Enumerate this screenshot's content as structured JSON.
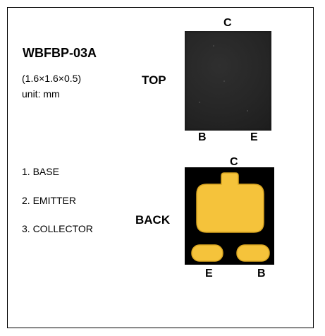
{
  "part": {
    "name": "WBFBP-03A",
    "dimensions": "(1.6×1.6×0.5)",
    "unit": "unit: mm"
  },
  "pins": [
    {
      "label": "1. BASE"
    },
    {
      "label": "2. EMITTER"
    },
    {
      "label": "3. COLLECTOR"
    }
  ],
  "top_view": {
    "label": "TOP",
    "pin_top": "C",
    "pin_bottom_left": "B",
    "pin_bottom_right": "E"
  },
  "back_view": {
    "label": "BACK",
    "pin_top": "C",
    "pin_bottom_left": "E",
    "pin_bottom_right": "B"
  },
  "colors": {
    "pad": "#f5c33b",
    "pad_edge": "#d9a521",
    "chip_top": "#262626",
    "chip_back": "#000000"
  }
}
